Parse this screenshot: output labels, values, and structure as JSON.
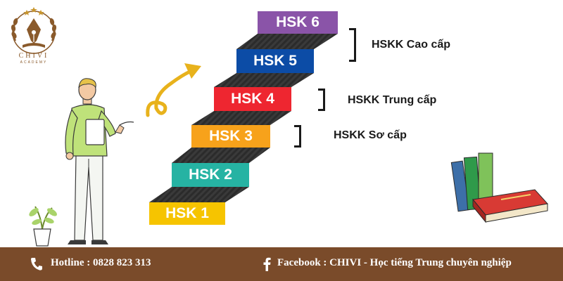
{
  "brand": {
    "name": "CHIVI",
    "sub": "ACADEMY"
  },
  "steps": [
    {
      "label": "HSK 1",
      "color": "#f6c400"
    },
    {
      "label": "HSK 2",
      "color": "#26b3a3"
    },
    {
      "label": "HSK 3",
      "color": "#f7a21b"
    },
    {
      "label": "HSK 4",
      "color": "#ee2630"
    },
    {
      "label": "HSK 5",
      "color": "#0c4ca6"
    },
    {
      "label": "HSK 6",
      "color": "#8a54a8"
    }
  ],
  "hskk_levels": [
    {
      "label": "HSKK Cao cấp"
    },
    {
      "label": "HSKK Trung cấp"
    },
    {
      "label": "HSKK Sơ cấp"
    }
  ],
  "footer": {
    "hotline": "Hotline : 0828 823 313",
    "facebook": "Facebook : CHIVI - Học tiếng Trung chuyên nghiệp",
    "bg_color": "#7a4b2a"
  },
  "icons": [
    "phone-icon",
    "facebook-icon"
  ]
}
